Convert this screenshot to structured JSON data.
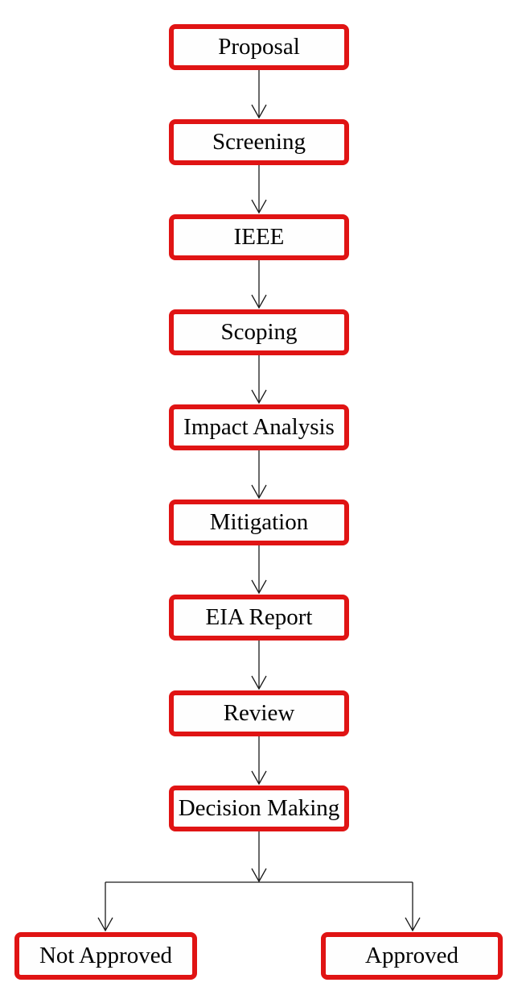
{
  "diagram": {
    "type": "flowchart",
    "direction": "top-down",
    "colors": {
      "node_border": "#e01414",
      "node_fill": "#fefefe",
      "connector": "#1a1a1a",
      "text": "#000000",
      "background": "#ffffff"
    },
    "nodes": [
      {
        "id": "proposal",
        "label": "Proposal"
      },
      {
        "id": "screening",
        "label": "Screening"
      },
      {
        "id": "ieee",
        "label": "IEEE"
      },
      {
        "id": "scoping",
        "label": "Scoping"
      },
      {
        "id": "impact-analysis",
        "label": "Impact Analysis"
      },
      {
        "id": "mitigation",
        "label": "Mitigation"
      },
      {
        "id": "eia-report",
        "label": "EIA Report"
      },
      {
        "id": "review",
        "label": "Review"
      },
      {
        "id": "decision-making",
        "label": "Decision Making"
      },
      {
        "id": "not-approved",
        "label": "Not Approved"
      },
      {
        "id": "approved",
        "label": "Approved"
      }
    ],
    "edges": [
      {
        "from": "proposal",
        "to": "screening"
      },
      {
        "from": "screening",
        "to": "ieee"
      },
      {
        "from": "ieee",
        "to": "scoping"
      },
      {
        "from": "scoping",
        "to": "impact-analysis"
      },
      {
        "from": "impact-analysis",
        "to": "mitigation"
      },
      {
        "from": "mitigation",
        "to": "eia-report"
      },
      {
        "from": "eia-report",
        "to": "review"
      },
      {
        "from": "review",
        "to": "decision-making"
      },
      {
        "from": "decision-making",
        "to": "not-approved"
      },
      {
        "from": "decision-making",
        "to": "approved"
      }
    ]
  }
}
